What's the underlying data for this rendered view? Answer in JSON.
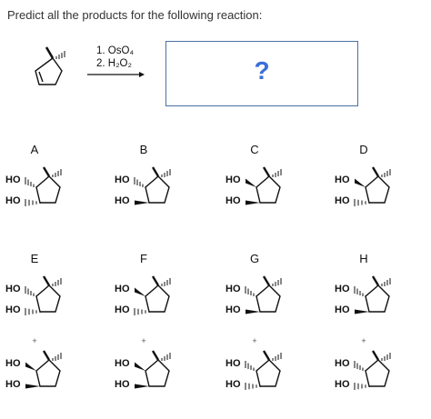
{
  "question": "Predict all the products for the following reaction:",
  "reagents": {
    "step1": "1. OsO₄",
    "step2": "2. H₂O₂"
  },
  "answer_placeholder": "?",
  "hydroxyl_label": "HO",
  "plus_sign": "+",
  "options": [
    {
      "label": "A",
      "pair": false
    },
    {
      "label": "B",
      "pair": false
    },
    {
      "label": "C",
      "pair": false
    },
    {
      "label": "D",
      "pair": false
    },
    {
      "label": "E",
      "pair": true
    },
    {
      "label": "F",
      "pair": true
    },
    {
      "label": "G",
      "pair": true
    },
    {
      "label": "H",
      "pair": true
    }
  ],
  "colors": {
    "accent": "#3b6fd8",
    "box_border": "#4a6fa5"
  }
}
